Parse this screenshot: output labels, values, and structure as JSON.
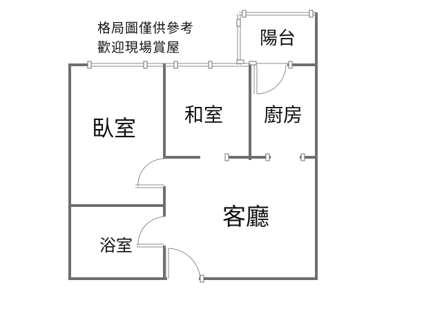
{
  "note": {
    "line1": "格局圖僅供參考",
    "line2": "歡迎現場賞屋"
  },
  "rooms": {
    "bedroom": "臥室",
    "japanese_room": "和室",
    "kitchen": "廚房",
    "balcony": "陽台",
    "living_room": "客廳",
    "bathroom": "浴室"
  },
  "colors": {
    "wall": "#6e6e6e",
    "thin_line": "#8a8a8a",
    "text": "#111111",
    "background": "#ffffff"
  }
}
